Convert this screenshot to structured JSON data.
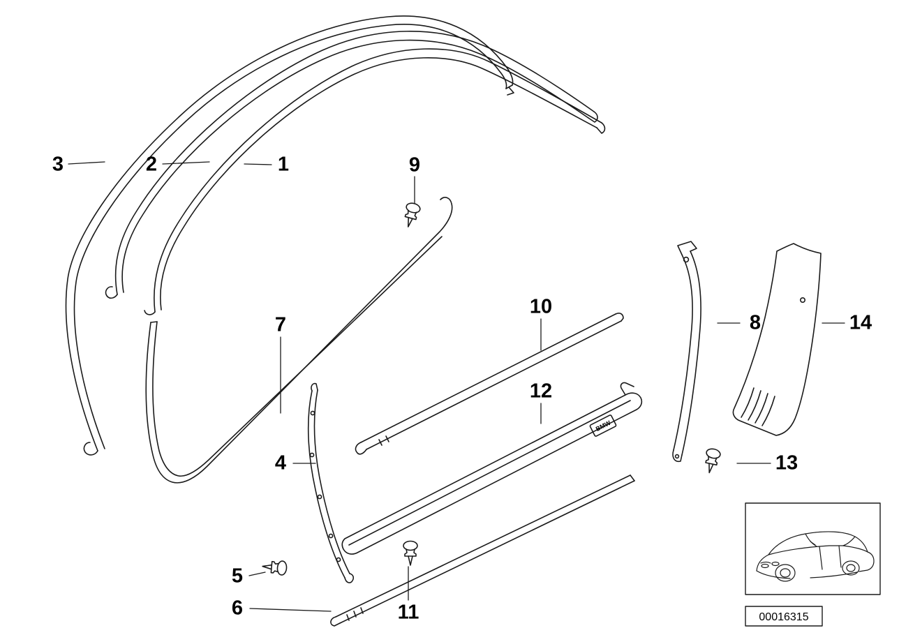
{
  "diagram": {
    "callouts": [
      {
        "id": 1,
        "label": "1"
      },
      {
        "id": 2,
        "label": "2"
      },
      {
        "id": 3,
        "label": "3"
      },
      {
        "id": 4,
        "label": "4"
      },
      {
        "id": 5,
        "label": "5"
      },
      {
        "id": 6,
        "label": "6"
      },
      {
        "id": 7,
        "label": "7"
      },
      {
        "id": 8,
        "label": "8"
      },
      {
        "id": 9,
        "label": "9"
      },
      {
        "id": 10,
        "label": "10"
      },
      {
        "id": 11,
        "label": "11"
      },
      {
        "id": 12,
        "label": "12"
      },
      {
        "id": 13,
        "label": "13"
      },
      {
        "id": 14,
        "label": "14"
      }
    ],
    "sill_brand_mark": "BMW",
    "part_number": "00016315",
    "line_color": "#1a1a1a"
  }
}
